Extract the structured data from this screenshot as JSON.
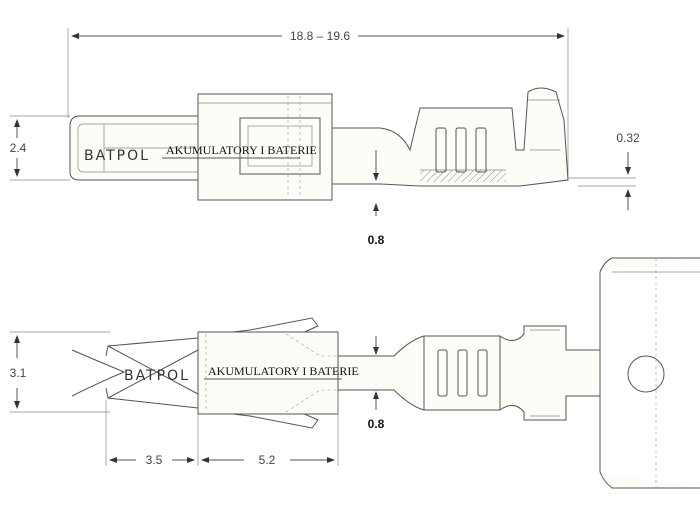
{
  "dimensions": {
    "overall_length": "18.8 – 19.6",
    "height_top": "2.4",
    "thickness": "0.32",
    "slot_top": "0.8",
    "width_bottom": "3.1",
    "slot_bottom": "0.8",
    "lance_length": "3.5",
    "box_length": "5.2"
  },
  "watermark": {
    "brand": "BATPOL",
    "tagline": "AKUMULATORY I BATERIE"
  },
  "colors": {
    "line": "#555555",
    "fill": "#fdfcf7",
    "hatch": "#888888"
  }
}
